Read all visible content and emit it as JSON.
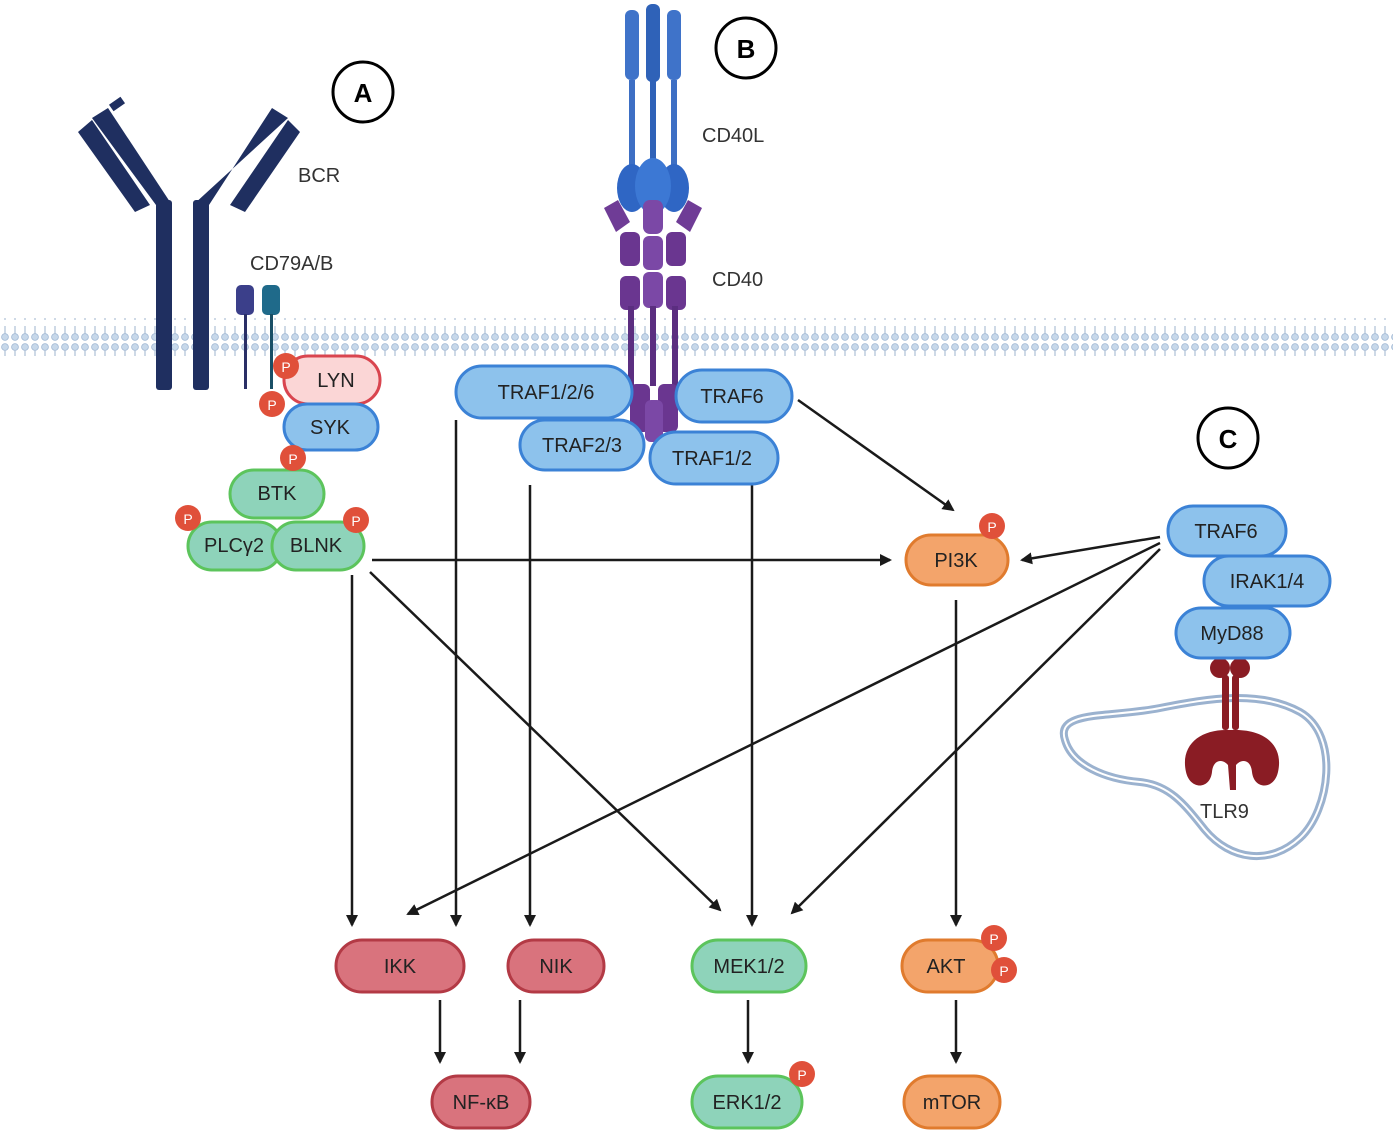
{
  "panels": {
    "a": "A",
    "b": "B",
    "c": "C"
  },
  "receptors": {
    "bcr": "BCR",
    "cd79": "CD79A/B",
    "cd40l": "CD40L",
    "cd40": "CD40",
    "tlr9": "TLR9"
  },
  "phospho": "P",
  "nodes": {
    "lyn": "LYN",
    "syk": "SYK",
    "btk": "BTK",
    "plcg2": "PLCγ2",
    "blnk": "BLNK",
    "traf126": "TRAF1/2/6",
    "traf6_b": "TRAF6",
    "traf23": "TRAF2/3",
    "traf12": "TRAF1/2",
    "pi3k": "PI3K",
    "traf6_c": "TRAF6",
    "irak14": "IRAK1/4",
    "myd88": "MyD88",
    "ikk": "IKK",
    "nik": "NIK",
    "mek12": "MEK1/2",
    "akt": "AKT",
    "nfkb": "NF-κB",
    "erk12": "ERK1/2",
    "mtor": "mTOR"
  },
  "colors": {
    "blue_fill": "#8dc2ec",
    "blue_stroke": "#3b82d6",
    "green_fill": "#8ed3ba",
    "green_stroke": "#5cc45c",
    "red_fill": "#d9737d",
    "red_stroke": "#b33a45",
    "pink_fill": "#fbd6d6",
    "pink_stroke": "#d9454f",
    "orange_fill": "#f3a46b",
    "orange_stroke": "#e07b2e",
    "phospho": "#e0503a",
    "bcr": "#1f2f60",
    "cd40l": "#3f73c9",
    "cd40": "#6f3c96",
    "tlr9": "#8a1c24"
  }
}
